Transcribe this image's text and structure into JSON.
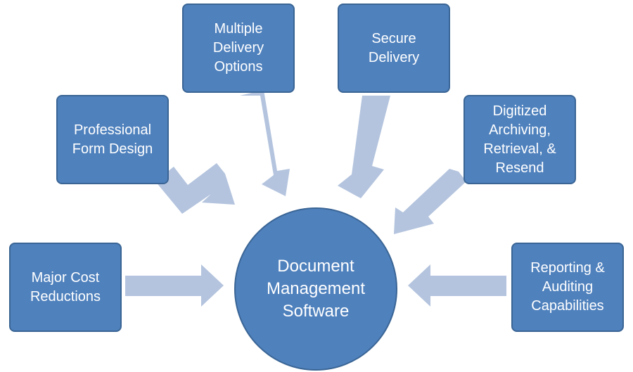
{
  "diagram": {
    "center": {
      "label": "Document\nManagement\nSoftware"
    },
    "nodes": [
      {
        "id": "cost",
        "label": "Major Cost\nReductions"
      },
      {
        "id": "form",
        "label": "Professional\nForm Design"
      },
      {
        "id": "multi",
        "label": "Multiple\nDelivery\nOptions"
      },
      {
        "id": "secure",
        "label": "Secure\nDelivery"
      },
      {
        "id": "archive",
        "label": "Digitized\nArchiving,\nRetrieval, &\nResend"
      },
      {
        "id": "reporting",
        "label": "Reporting &\nAuditing\nCapabilities"
      }
    ],
    "colors": {
      "box_fill": "#4f81bd",
      "box_border": "#3a6595",
      "arrow_fill": "#b4c4de",
      "text": "#ffffff"
    }
  }
}
